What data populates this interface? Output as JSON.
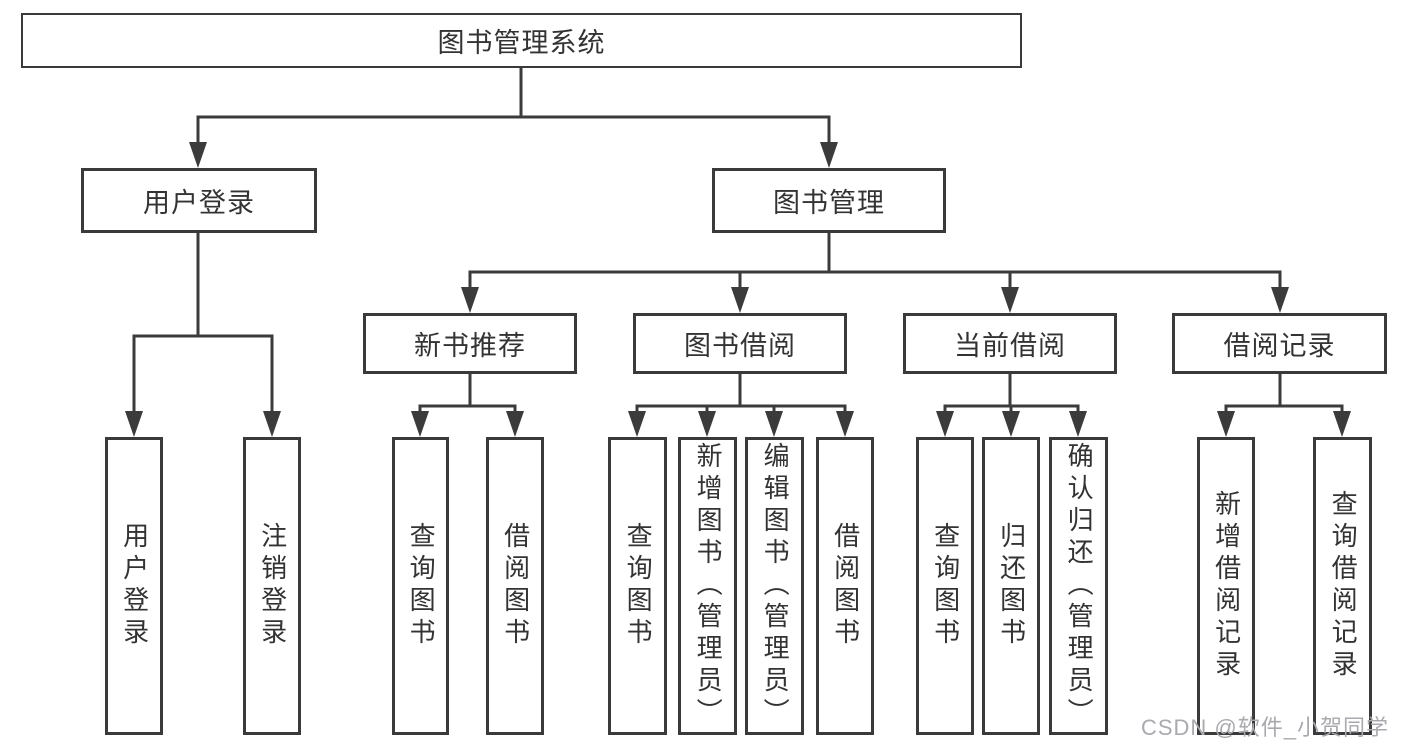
{
  "page": {
    "background": "#ffffff"
  },
  "colors": {
    "line": "#3b3b3b",
    "box_border": "#3a3a3a",
    "text": "#333333",
    "watermark": "#a9a9af"
  },
  "watermark": {
    "text": "CSDN @软件_小贺同学"
  },
  "tree": {
    "root": {
      "label": "图书管理系统",
      "children": [
        {
          "label": "用户登录",
          "children": [
            {
              "label": "用户登录"
            },
            {
              "label": "注销登录"
            }
          ]
        },
        {
          "label": "图书管理",
          "children": [
            {
              "label": "新书推荐",
              "children": [
                {
                  "label": "查询图书"
                },
                {
                  "label": "借阅图书"
                }
              ]
            },
            {
              "label": "图书借阅",
              "children": [
                {
                  "label": "查询图书"
                },
                {
                  "label": "新增图书（管理员）"
                },
                {
                  "label": "编辑图书（管理员）"
                },
                {
                  "label": "借阅图书"
                }
              ]
            },
            {
              "label": "当前借阅",
              "children": [
                {
                  "label": "查询图书"
                },
                {
                  "label": "归还图书"
                },
                {
                  "label": "确认归还（管理员）"
                }
              ]
            },
            {
              "label": "借阅记录",
              "children": [
                {
                  "label": "新增借阅记录"
                },
                {
                  "label": "查询借阅记录"
                }
              ]
            }
          ]
        }
      ]
    }
  }
}
